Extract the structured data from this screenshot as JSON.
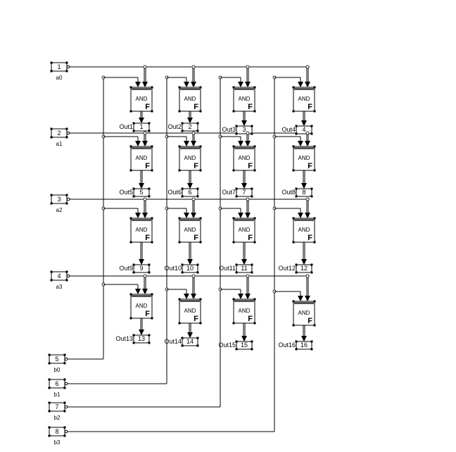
{
  "diagram": {
    "inputs_a": [
      {
        "port": "1",
        "name": "a0"
      },
      {
        "port": "2",
        "name": "a1"
      },
      {
        "port": "3",
        "name": "a2"
      },
      {
        "port": "4",
        "name": "a3"
      }
    ],
    "inputs_b": [
      {
        "port": "5",
        "name": "b0"
      },
      {
        "port": "6",
        "name": "b1"
      },
      {
        "port": "7",
        "name": "b2"
      },
      {
        "port": "8",
        "name": "b3"
      }
    ],
    "gate_label": "AND",
    "gate_flag": "F",
    "outputs": [
      {
        "port": "1",
        "name": "Out1"
      },
      {
        "port": "2",
        "name": "Out2"
      },
      {
        "port": "3",
        "name": "Out3"
      },
      {
        "port": "4",
        "name": "Out4"
      },
      {
        "port": "5",
        "name": "Out5"
      },
      {
        "port": "6",
        "name": "Out6"
      },
      {
        "port": "7",
        "name": "Out7"
      },
      {
        "port": "8",
        "name": "Out8"
      },
      {
        "port": "9",
        "name": "Out9"
      },
      {
        "port": "10",
        "name": "Out10"
      },
      {
        "port": "11",
        "name": "Out11"
      },
      {
        "port": "12",
        "name": "Out12"
      },
      {
        "port": "13",
        "name": "Out13"
      },
      {
        "port": "14",
        "name": "Out14"
      },
      {
        "port": "15",
        "name": "Out15"
      },
      {
        "port": "16",
        "name": "Out16"
      }
    ]
  }
}
